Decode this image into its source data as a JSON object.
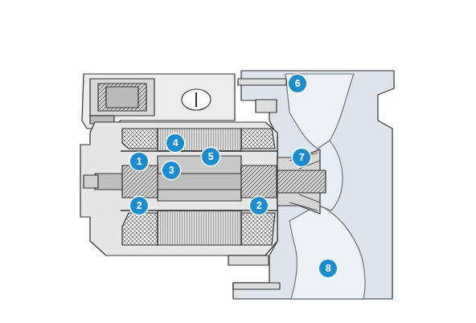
{
  "diagram": {
    "labels": [
      "6",
      "4",
      "1",
      "5",
      "7",
      "3",
      "2",
      "2",
      "8"
    ]
  }
}
